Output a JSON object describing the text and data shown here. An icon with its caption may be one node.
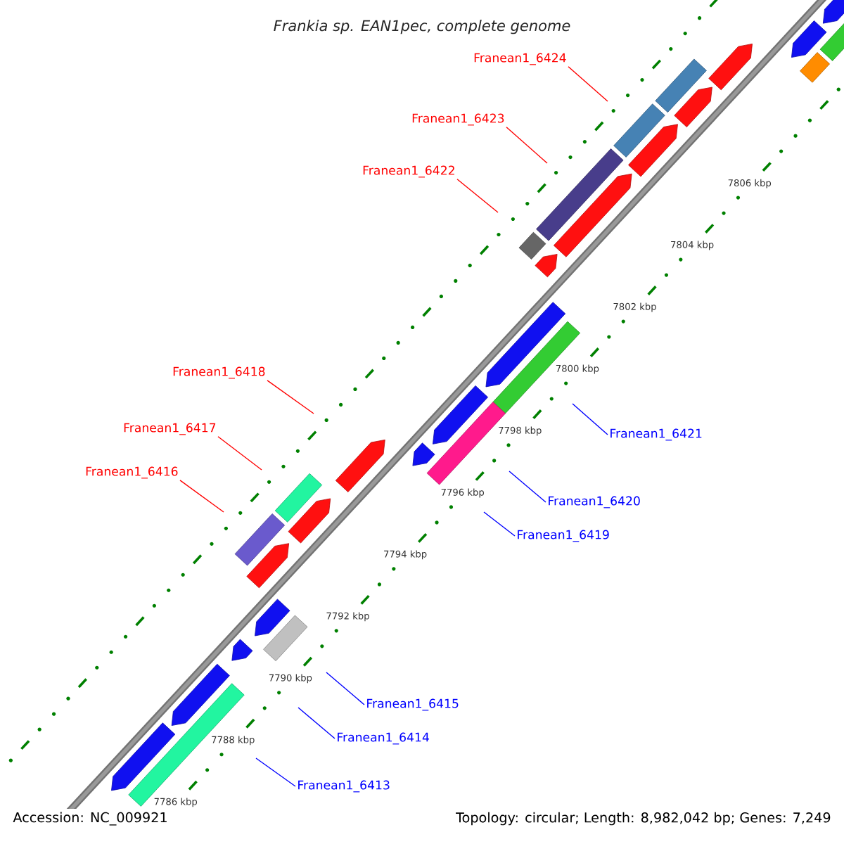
{
  "diagram": {
    "title": "Frankia sp. EAN1pec, complete genome",
    "nodes": [
      {
        "text": [
          "Franean1_6424"
        ]
      },
      {
        "text": [
          "Franean1_6423"
        ]
      },
      {
        "text": [
          "Franean1_6422"
        ]
      },
      {
        "text": [
          "Franean1_6418"
        ]
      },
      {
        "text": [
          "Franean1_6417"
        ]
      },
      {
        "text": [
          "Franean1_6421"
        ]
      },
      {
        "text": [
          "Franean1_6416"
        ]
      },
      {
        "text": [
          "Franean1_6420"
        ]
      },
      {
        "text": [
          "Franean1_6419"
        ]
      },
      {
        "text": [
          "Franean1_6415"
        ]
      },
      {
        "text": [
          "Franean1_6414"
        ]
      },
      {
        "text": [
          "Franean1_6413"
        ]
      }
    ],
    "edges": [
      {
        "from": 0,
        "to": null,
        "arrow": "none",
        "color": "#ff0000"
      },
      {
        "from": 1,
        "to": null,
        "arrow": "none",
        "color": "#ff0000"
      },
      {
        "from": 2,
        "to": null,
        "arrow": "none",
        "color": "#ff0000"
      },
      {
        "from": 3,
        "to": null,
        "arrow": "none",
        "color": "#ff0000"
      },
      {
        "from": 4,
        "to": null,
        "arrow": "none",
        "color": "#ff0000"
      },
      {
        "from": 5,
        "to": null,
        "arrow": "none",
        "color": "#0000ff"
      },
      {
        "from": 6,
        "to": null,
        "arrow": "none",
        "color": "#ff0000"
      },
      {
        "from": 7,
        "to": null,
        "arrow": "none",
        "color": "#0000ff"
      },
      {
        "from": 8,
        "to": null,
        "arrow": "none",
        "color": "#0000ff"
      },
      {
        "from": 9,
        "to": null,
        "arrow": "none",
        "color": "#0000ff"
      },
      {
        "from": 10,
        "to": null,
        "arrow": "none",
        "color": "#0000ff"
      },
      {
        "from": 11,
        "to": null,
        "arrow": "none",
        "color": "#0000ff"
      }
    ],
    "labels": [
      "7806 kbp",
      "7804 kbp",
      "7802 kbp",
      "7800 kbp",
      "7798 kbp",
      "7796 kbp",
      "7794 kbp",
      "7792 kbp",
      "7790 kbp",
      "7788 kbp",
      "7786 kbp",
      "Accession: NC_009921",
      "Topology: circular; Length: 8,982,042 bp; Genes: 7,249"
    ]
  }
}
